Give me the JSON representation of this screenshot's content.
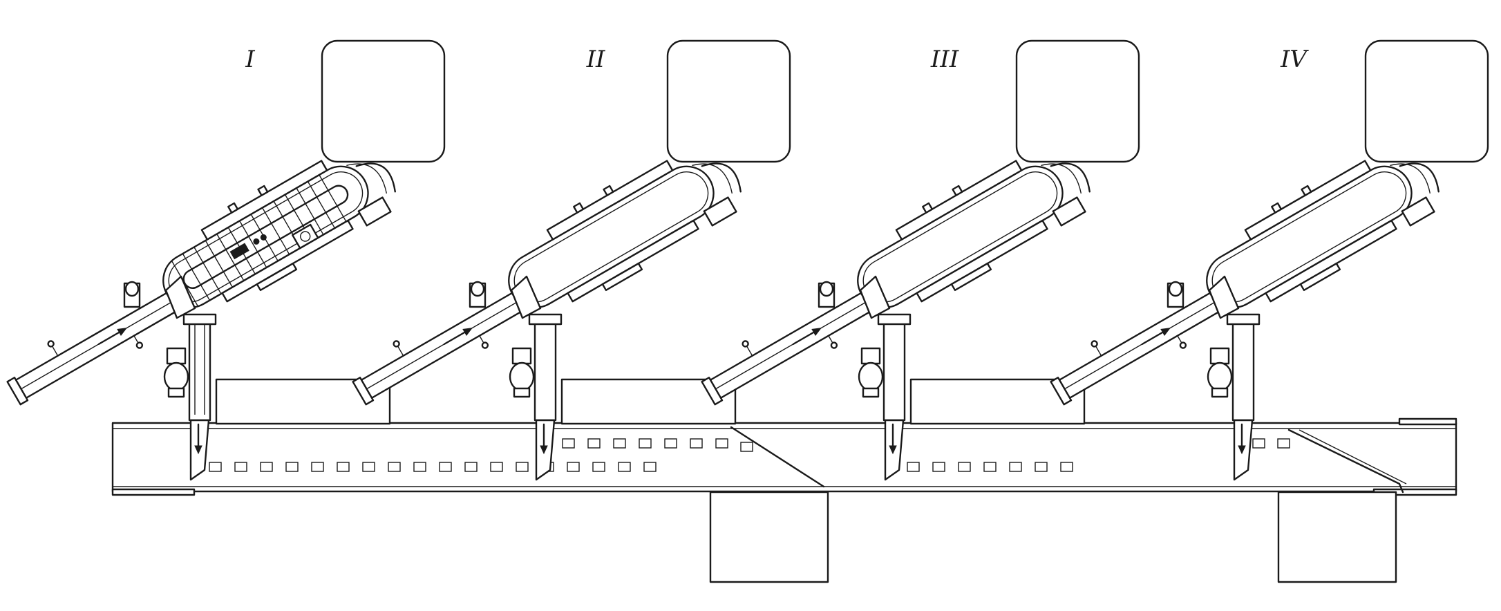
{
  "stations": [
    {
      "label": "I",
      "detailed": true
    },
    {
      "label": "II",
      "detailed": false
    },
    {
      "label": "III",
      "detailed": false
    },
    {
      "label": "IV",
      "detailed": false
    }
  ],
  "colors": {
    "ink": "#1a1a1a",
    "paper": "#ffffff"
  }
}
